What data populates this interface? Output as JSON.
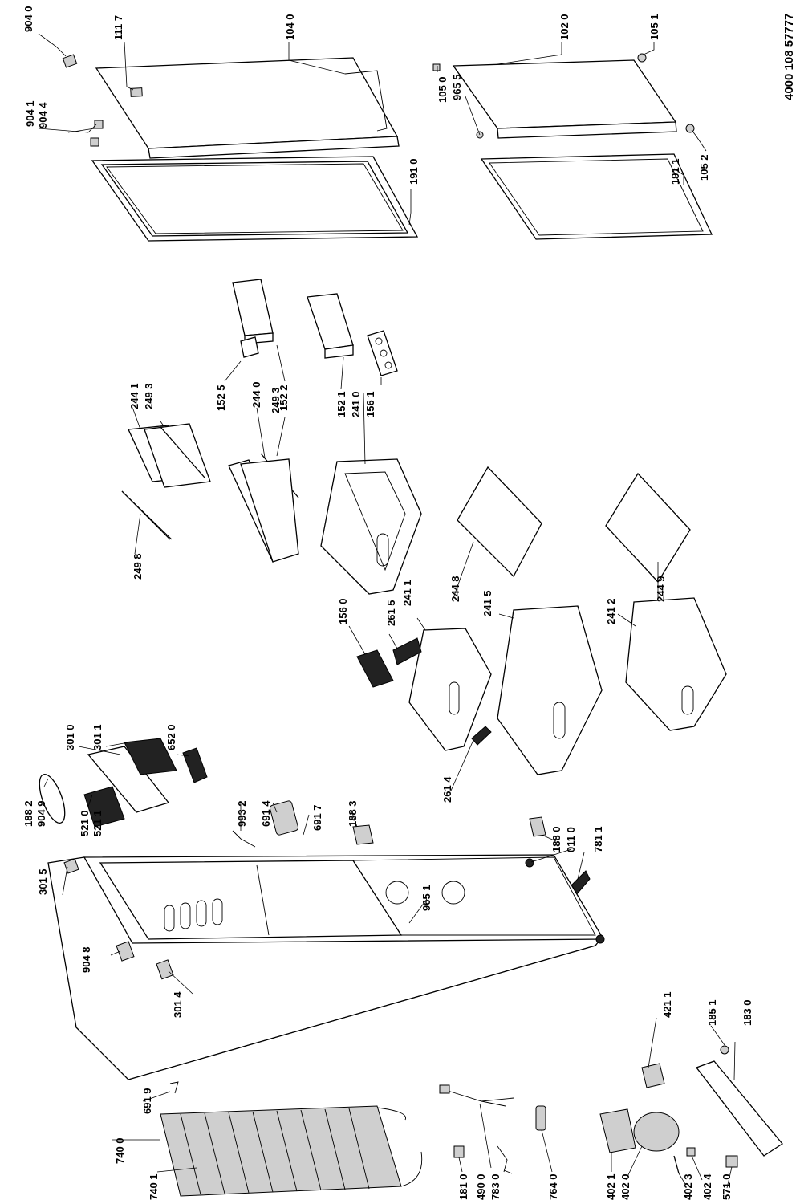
{
  "document_number": "4000 108 57777",
  "labels": [
    {
      "id": "904-0",
      "text": "904 0"
    },
    {
      "id": "111-7",
      "text": "111 7"
    },
    {
      "id": "104-0",
      "text": "104 0"
    },
    {
      "id": "102-0",
      "text": "102 0"
    },
    {
      "id": "105-1",
      "text": "105 1"
    },
    {
      "id": "904-1",
      "text": "904 1"
    },
    {
      "id": "904-4",
      "text": "904 4"
    },
    {
      "id": "191-0",
      "text": "191 0"
    },
    {
      "id": "105-0",
      "text": "105 0"
    },
    {
      "id": "965-5",
      "text": "965 5"
    },
    {
      "id": "191-1",
      "text": "191 1"
    },
    {
      "id": "105-2",
      "text": "105 2"
    },
    {
      "id": "244-1",
      "text": "244 1"
    },
    {
      "id": "249-3a",
      "text": "249 3"
    },
    {
      "id": "244-0",
      "text": "244 0"
    },
    {
      "id": "249-3b",
      "text": "249 3"
    },
    {
      "id": "152-5",
      "text": "152 5"
    },
    {
      "id": "152-2",
      "text": "152 2"
    },
    {
      "id": "152-1",
      "text": "152 1"
    },
    {
      "id": "241-0",
      "text": "241 0"
    },
    {
      "id": "156-1",
      "text": "156 1"
    },
    {
      "id": "249-8",
      "text": "249 8"
    },
    {
      "id": "156-0",
      "text": "156 0"
    },
    {
      "id": "261-5",
      "text": "261 5"
    },
    {
      "id": "241-1",
      "text": "241 1"
    },
    {
      "id": "244-8",
      "text": "244 8"
    },
    {
      "id": "241-5",
      "text": "241 5"
    },
    {
      "id": "241-2",
      "text": "241 2"
    },
    {
      "id": "244-9",
      "text": "244 9"
    },
    {
      "id": "301-0",
      "text": "301 0"
    },
    {
      "id": "301-1",
      "text": "301 1"
    },
    {
      "id": "652-0",
      "text": "652 0"
    },
    {
      "id": "261-4",
      "text": "261 4"
    },
    {
      "id": "188-2",
      "text": "188 2"
    },
    {
      "id": "904-9",
      "text": "904 9"
    },
    {
      "id": "521-0",
      "text": "521 0"
    },
    {
      "id": "521-1",
      "text": "521 1"
    },
    {
      "id": "993-2",
      "text": "993 2"
    },
    {
      "id": "691-4",
      "text": "691 4"
    },
    {
      "id": "691-7",
      "text": "691 7"
    },
    {
      "id": "188-3",
      "text": "188 3"
    },
    {
      "id": "301-5",
      "text": "301 5"
    },
    {
      "id": "188-0",
      "text": "188 0"
    },
    {
      "id": "011-0",
      "text": "011 0"
    },
    {
      "id": "781-1",
      "text": "781 1"
    },
    {
      "id": "965-1",
      "text": "965 1"
    },
    {
      "id": "904-8",
      "text": "904 8"
    },
    {
      "id": "301-4",
      "text": "301 4"
    },
    {
      "id": "421-1",
      "text": "421 1"
    },
    {
      "id": "185-1",
      "text": "185 1"
    },
    {
      "id": "183-0",
      "text": "183 0"
    },
    {
      "id": "691-9",
      "text": "691 9"
    },
    {
      "id": "740-0",
      "text": "740 0"
    },
    {
      "id": "740-1",
      "text": "740 1"
    },
    {
      "id": "181-0",
      "text": "181 0"
    },
    {
      "id": "490-0",
      "text": "490 0"
    },
    {
      "id": "783-0",
      "text": "783 0"
    },
    {
      "id": "764-0",
      "text": "764 0"
    },
    {
      "id": "402-1",
      "text": "402 1"
    },
    {
      "id": "402-0",
      "text": "402 0"
    },
    {
      "id": "402-3",
      "text": "402 3"
    },
    {
      "id": "402-4",
      "text": "402 4"
    },
    {
      "id": "571-0",
      "text": "571 0"
    }
  ]
}
